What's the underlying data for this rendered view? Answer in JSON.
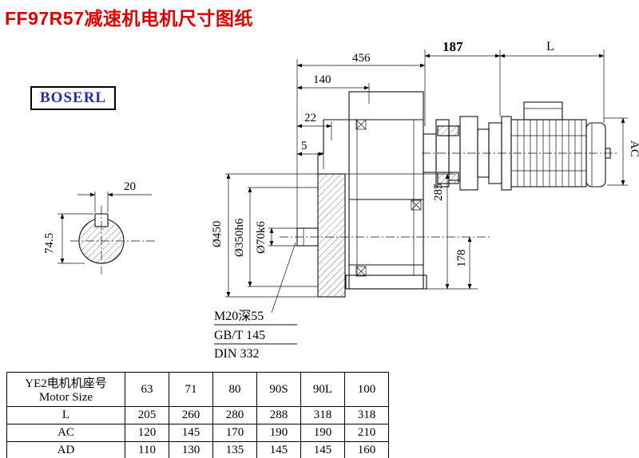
{
  "title": "FF97R57减速机电机尺寸图纸",
  "logo": "BOSERL",
  "colors": {
    "title_red": "#e00000",
    "logo_blue": "#2230b4"
  },
  "drawing": {
    "dims": {
      "d456": "456",
      "d187": "187",
      "dL": "L",
      "d140": "140",
      "d22": "22",
      "d5": "5",
      "d20": "20",
      "d74_5": "74.5",
      "d285": "285",
      "d178": "178",
      "dAC": "AC",
      "d450": "Ø450",
      "d350": "Ø350h6",
      "d70": "Ø70k6"
    },
    "notes": {
      "thread": "M20深55",
      "standard": "GB/T 145",
      "din": "DIN 332"
    }
  },
  "table": {
    "header": {
      "line1": "YE2电机机座号",
      "line2": "Motor Size",
      "sizes": [
        "63",
        "71",
        "80",
        "90S",
        "90L",
        "100"
      ]
    },
    "rows": [
      {
        "label": "L",
        "values": [
          "205",
          "260",
          "280",
          "288",
          "318",
          "318"
        ]
      },
      {
        "label": "AC",
        "values": [
          "120",
          "145",
          "170",
          "190",
          "190",
          "210"
        ]
      },
      {
        "label": "AD",
        "values": [
          "110",
          "130",
          "135",
          "145",
          "145",
          "160"
        ]
      }
    ]
  }
}
